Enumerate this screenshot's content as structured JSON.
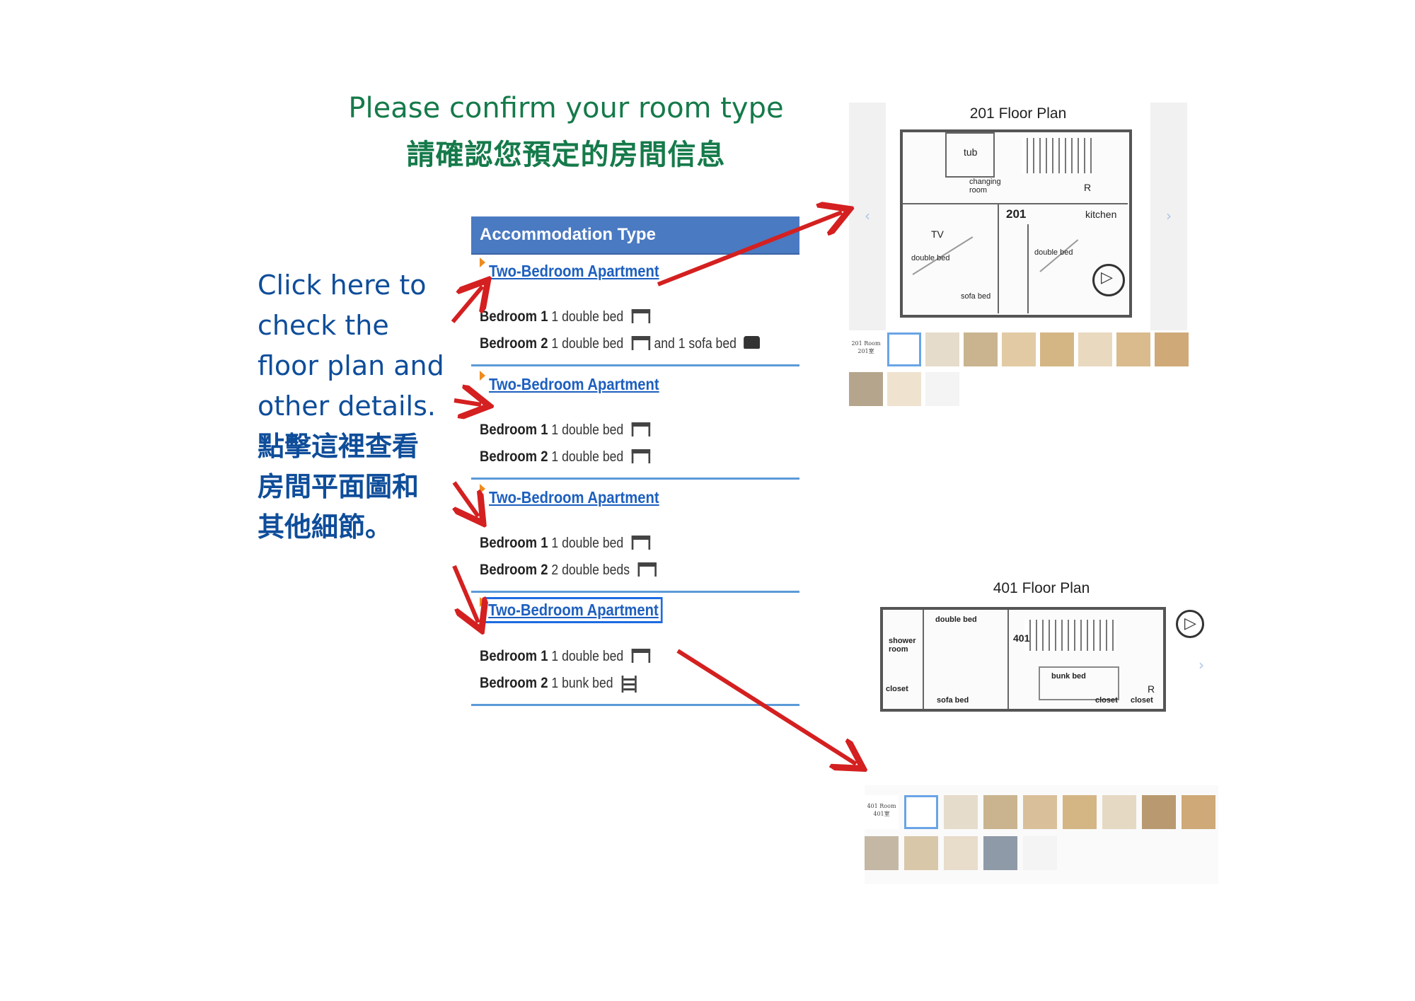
{
  "title": {
    "en": "Please confirm your room type",
    "zh": "請確認您預定的房間信息"
  },
  "instructions": {
    "en_lines": [
      "Click here to",
      "check the",
      "floor plan and",
      "other details."
    ],
    "zh_lines": [
      "點擊這裡查看",
      "房間平面圖和",
      "其他細節。"
    ]
  },
  "accommodation": {
    "header": "Accommodation Type",
    "items": [
      {
        "name": "Two-Bedroom Apartment",
        "bedroom1_label": "Bedroom 1",
        "bedroom1_text": "1 double bed",
        "bedroom2_label": "Bedroom 2",
        "bedroom2_text": "1 double bed",
        "bedroom2_extra": "and 1 sofa bed"
      },
      {
        "name": "Two-Bedroom Apartment",
        "bedroom1_label": "Bedroom 1",
        "bedroom1_text": "1 double bed",
        "bedroom2_label": "Bedroom 2",
        "bedroom2_text": "1 double bed"
      },
      {
        "name": "Two-Bedroom Apartment",
        "bedroom1_label": "Bedroom 1",
        "bedroom1_text": "1 double bed",
        "bedroom2_label": "Bedroom 2",
        "bedroom2_text": "2 double beds"
      },
      {
        "name": "Two-Bedroom Apartment",
        "bedroom1_label": "Bedroom 1",
        "bedroom1_text": "1 double bed",
        "bedroom2_label": "Bedroom 2",
        "bedroom2_text": "1 bunk bed"
      }
    ]
  },
  "floor_plan_201": {
    "title": "201 Floor Plan",
    "labels": {
      "tub": "tub",
      "changing": "changing room",
      "room": "201",
      "kitchen": "kitchen",
      "tv": "TV",
      "r": "R",
      "double_bed_1": "double bed",
      "double_bed_2": "double bed",
      "sofa_bed": "sofa bed"
    },
    "thumb_caption": [
      "201 Room",
      "201室"
    ]
  },
  "floor_plan_401": {
    "title": "401 Floor Plan",
    "labels": {
      "double_bed": "double bed",
      "room": "401",
      "shower": "shower room",
      "closet_1": "closet",
      "bunk_bed": "bunk bed",
      "r": "R",
      "sofa_bed": "sofa bed",
      "closet_2": "closet",
      "closet_3": "closet"
    },
    "thumb_caption": [
      "401 Room",
      "401室"
    ]
  },
  "colors": {
    "title_green": "#157a4a",
    "instruction_blue": "#0e4d9a",
    "header_blue": "#4a7ac2",
    "link_blue": "#1d5fbf",
    "arrow_red": "#d42020"
  }
}
